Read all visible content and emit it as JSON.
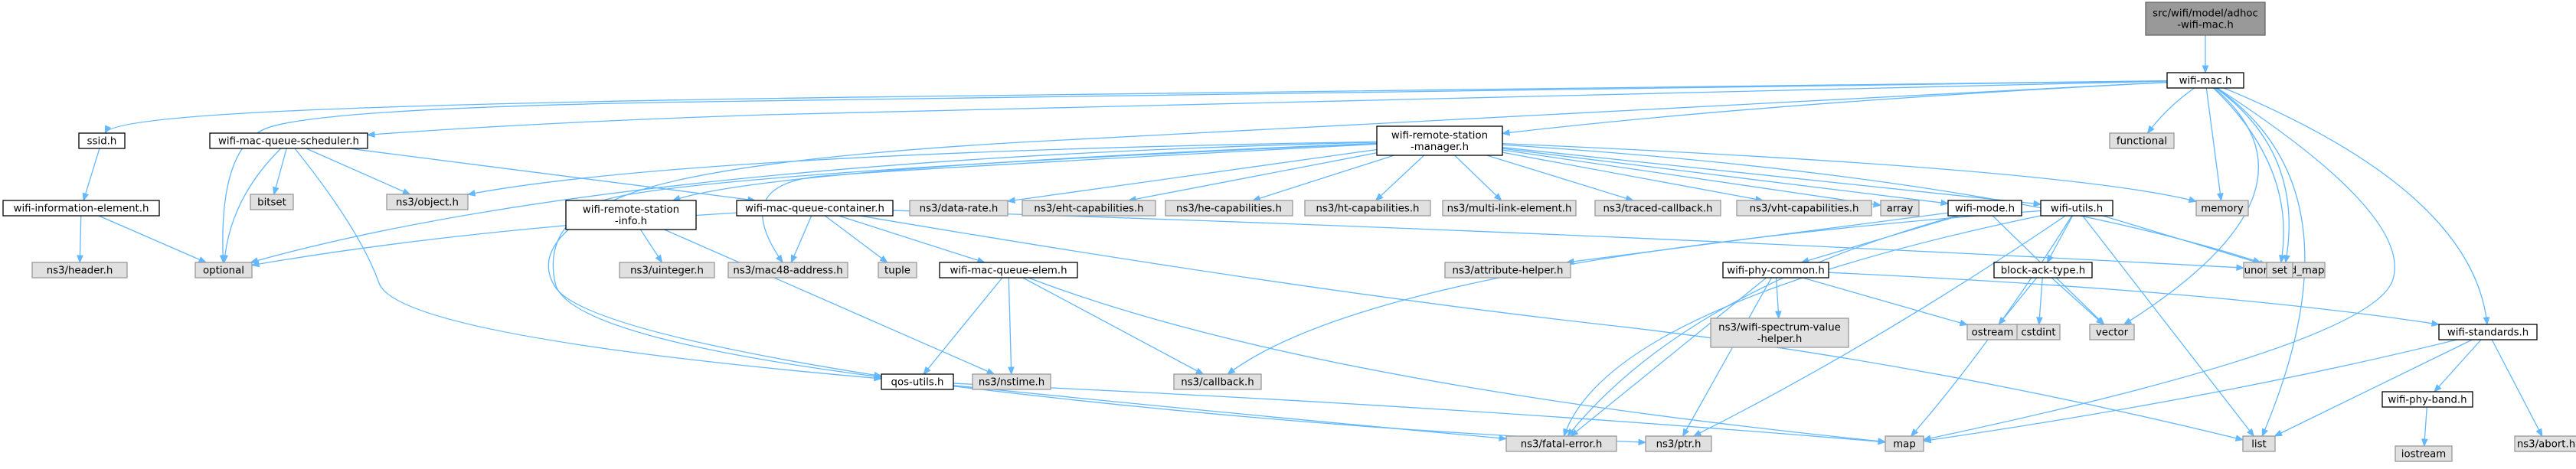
{
  "colors": {
    "edge": "#63b8ff",
    "root_fill": "#999999",
    "root_stroke": "#666666",
    "local_fill": "#ffffff",
    "local_stroke": "#000000",
    "external_fill": "#e0e0e0",
    "external_stroke": "#999999"
  },
  "nodes": {
    "root": {
      "label": [
        "src/wifi/model/adhoc",
        "-wifi-mac.h"
      ],
      "kind": "root"
    },
    "wifimac": {
      "label": [
        "wifi-mac.h"
      ],
      "kind": "local"
    },
    "ssid": {
      "label": [
        "ssid.h"
      ],
      "kind": "local"
    },
    "wifiinfo": {
      "label": [
        "wifi-information-element.h"
      ],
      "kind": "local"
    },
    "header": {
      "label": [
        "ns3/header.h"
      ],
      "kind": "external"
    },
    "optional": {
      "label": [
        "optional"
      ],
      "kind": "external"
    },
    "queuesched": {
      "label": [
        "wifi-mac-queue-scheduler.h"
      ],
      "kind": "local"
    },
    "bitset": {
      "label": [
        "bitset"
      ],
      "kind": "external"
    },
    "object": {
      "label": [
        "ns3/object.h"
      ],
      "kind": "external"
    },
    "remotemgr": {
      "label": [
        "wifi-remote-station",
        "-manager.h"
      ],
      "kind": "local"
    },
    "remoteinfo": {
      "label": [
        "wifi-remote-station",
        "-info.h"
      ],
      "kind": "local"
    },
    "uinteger": {
      "label": [
        "ns3/uinteger.h"
      ],
      "kind": "external"
    },
    "queuecontainer": {
      "label": [
        "wifi-mac-queue-container.h"
      ],
      "kind": "local"
    },
    "datarate": {
      "label": [
        "ns3/data-rate.h"
      ],
      "kind": "external"
    },
    "ehtcap": {
      "label": [
        "ns3/eht-capabilities.h"
      ],
      "kind": "external"
    },
    "hecap": {
      "label": [
        "ns3/he-capabilities.h"
      ],
      "kind": "external"
    },
    "htcap": {
      "label": [
        "ns3/ht-capabilities.h"
      ],
      "kind": "external"
    },
    "multilink": {
      "label": [
        "ns3/multi-link-element.h"
      ],
      "kind": "external"
    },
    "traced": {
      "label": [
        "ns3/traced-callback.h"
      ],
      "kind": "external"
    },
    "vhtcap": {
      "label": [
        "ns3/vht-capabilities.h"
      ],
      "kind": "external"
    },
    "array": {
      "label": [
        "array"
      ],
      "kind": "external"
    },
    "wifimode": {
      "label": [
        "wifi-mode.h"
      ],
      "kind": "local"
    },
    "wifiutils": {
      "label": [
        "wifi-utils.h"
      ],
      "kind": "local"
    },
    "functional": {
      "label": [
        "functional"
      ],
      "kind": "external"
    },
    "memory": {
      "label": [
        "memory"
      ],
      "kind": "external"
    },
    "unorderedmap": {
      "label": [
        "unordered_map"
      ],
      "kind": "external"
    },
    "set": {
      "label": [
        "set"
      ],
      "kind": "external"
    },
    "mac48": {
      "label": [
        "ns3/mac48-address.h"
      ],
      "kind": "external"
    },
    "tuple": {
      "label": [
        "tuple"
      ],
      "kind": "external"
    },
    "queueelem": {
      "label": [
        "wifi-mac-queue-elem.h"
      ],
      "kind": "local"
    },
    "attrhelper": {
      "label": [
        "ns3/attribute-helper.h"
      ],
      "kind": "external"
    },
    "phycommon": {
      "label": [
        "wifi-phy-common.h"
      ],
      "kind": "local"
    },
    "blockack": {
      "label": [
        "block-ack-type.h"
      ],
      "kind": "local"
    },
    "spectrum": {
      "label": [
        "ns3/wifi-spectrum-value",
        "-helper.h"
      ],
      "kind": "external"
    },
    "ostream": {
      "label": [
        "ostream"
      ],
      "kind": "external"
    },
    "cstdint": {
      "label": [
        "cstdint"
      ],
      "kind": "external"
    },
    "vector": {
      "label": [
        "vector"
      ],
      "kind": "external"
    },
    "qosutils": {
      "label": [
        "qos-utils.h"
      ],
      "kind": "local"
    },
    "nstime": {
      "label": [
        "ns3/nstime.h"
      ],
      "kind": "external"
    },
    "callback": {
      "label": [
        "ns3/callback.h"
      ],
      "kind": "external"
    },
    "fatal": {
      "label": [
        "ns3/fatal-error.h"
      ],
      "kind": "external"
    },
    "ptr": {
      "label": [
        "ns3/ptr.h"
      ],
      "kind": "external"
    },
    "map": {
      "label": [
        "map"
      ],
      "kind": "external"
    },
    "list": {
      "label": [
        "list"
      ],
      "kind": "external"
    },
    "standards": {
      "label": [
        "wifi-standards.h"
      ],
      "kind": "local"
    },
    "phyband": {
      "label": [
        "wifi-phy-band.h"
      ],
      "kind": "local"
    },
    "iostream": {
      "label": [
        "iostream"
      ],
      "kind": "external"
    },
    "abort": {
      "label": [
        "ns3/abort.h"
      ],
      "kind": "external"
    }
  },
  "edges": [
    [
      "root",
      "wifimac"
    ],
    [
      "wifimac",
      "ssid"
    ],
    [
      "wifimac",
      "optional"
    ],
    [
      "wifimac",
      "queuesched"
    ],
    [
      "wifimac",
      "remotemgr"
    ],
    [
      "wifimac",
      "qosutils"
    ],
    [
      "wifimac",
      "functional"
    ],
    [
      "wifimac",
      "memory"
    ],
    [
      "wifimac",
      "unorderedmap"
    ],
    [
      "wifimac",
      "set"
    ],
    [
      "wifimac",
      "vector"
    ],
    [
      "wifimac",
      "map"
    ],
    [
      "wifimac",
      "list"
    ],
    [
      "wifimac",
      "standards"
    ],
    [
      "ssid",
      "wifiinfo"
    ],
    [
      "wifiinfo",
      "header"
    ],
    [
      "wifiinfo",
      "optional"
    ],
    [
      "queuesched",
      "bitset"
    ],
    [
      "queuesched",
      "object"
    ],
    [
      "queuesched",
      "optional"
    ],
    [
      "queuesched",
      "queuecontainer"
    ],
    [
      "queuesched",
      "qosutils"
    ],
    [
      "remotemgr",
      "object"
    ],
    [
      "remotemgr",
      "optional"
    ],
    [
      "remotemgr",
      "remoteinfo"
    ],
    [
      "remotemgr",
      "mac48"
    ],
    [
      "remotemgr",
      "datarate"
    ],
    [
      "remotemgr",
      "ehtcap"
    ],
    [
      "remotemgr",
      "hecap"
    ],
    [
      "remotemgr",
      "htcap"
    ],
    [
      "remotemgr",
      "multilink"
    ],
    [
      "remotemgr",
      "traced"
    ],
    [
      "remotemgr",
      "vhtcap"
    ],
    [
      "remotemgr",
      "array"
    ],
    [
      "remotemgr",
      "wifimode"
    ],
    [
      "remotemgr",
      "wifiutils"
    ],
    [
      "remotemgr",
      "memory"
    ],
    [
      "remotemgr",
      "unorderedmap"
    ],
    [
      "remotemgr",
      "qosutils"
    ],
    [
      "remoteinfo",
      "uinteger"
    ],
    [
      "remoteinfo",
      "nstime"
    ],
    [
      "queuecontainer",
      "optional"
    ],
    [
      "queuecontainer",
      "mac48"
    ],
    [
      "queuecontainer",
      "tuple"
    ],
    [
      "queuecontainer",
      "queueelem"
    ],
    [
      "queuecontainer",
      "unorderedmap"
    ],
    [
      "queuecontainer",
      "list"
    ],
    [
      "queueelem",
      "qosutils"
    ],
    [
      "queueelem",
      "nstime"
    ],
    [
      "queueelem",
      "callback"
    ],
    [
      "queueelem",
      "map"
    ],
    [
      "wifimode",
      "attrhelper"
    ],
    [
      "wifimode",
      "phycommon"
    ],
    [
      "wifimode",
      "fatal"
    ],
    [
      "wifimode",
      "vector"
    ],
    [
      "wifiutils",
      "callback"
    ],
    [
      "wifiutils",
      "blockack"
    ],
    [
      "wifiutils",
      "set"
    ],
    [
      "wifiutils",
      "list"
    ],
    [
      "wifiutils",
      "map"
    ],
    [
      "wifiutils",
      "ptr"
    ],
    [
      "wifiutils",
      "fatal"
    ],
    [
      "phycommon",
      "fatal"
    ],
    [
      "phycommon",
      "ptr"
    ],
    [
      "phycommon",
      "spectrum"
    ],
    [
      "phycommon",
      "ostream"
    ],
    [
      "phycommon",
      "standards"
    ],
    [
      "blockack",
      "ostream"
    ],
    [
      "blockack",
      "cstdint"
    ],
    [
      "blockack",
      "vector"
    ],
    [
      "qosutils",
      "fatal"
    ],
    [
      "qosutils",
      "ptr"
    ],
    [
      "qosutils",
      "map"
    ],
    [
      "standards",
      "map"
    ],
    [
      "standards",
      "list"
    ],
    [
      "standards",
      "phyband"
    ],
    [
      "standards",
      "abort"
    ],
    [
      "phyband",
      "iostream"
    ]
  ]
}
